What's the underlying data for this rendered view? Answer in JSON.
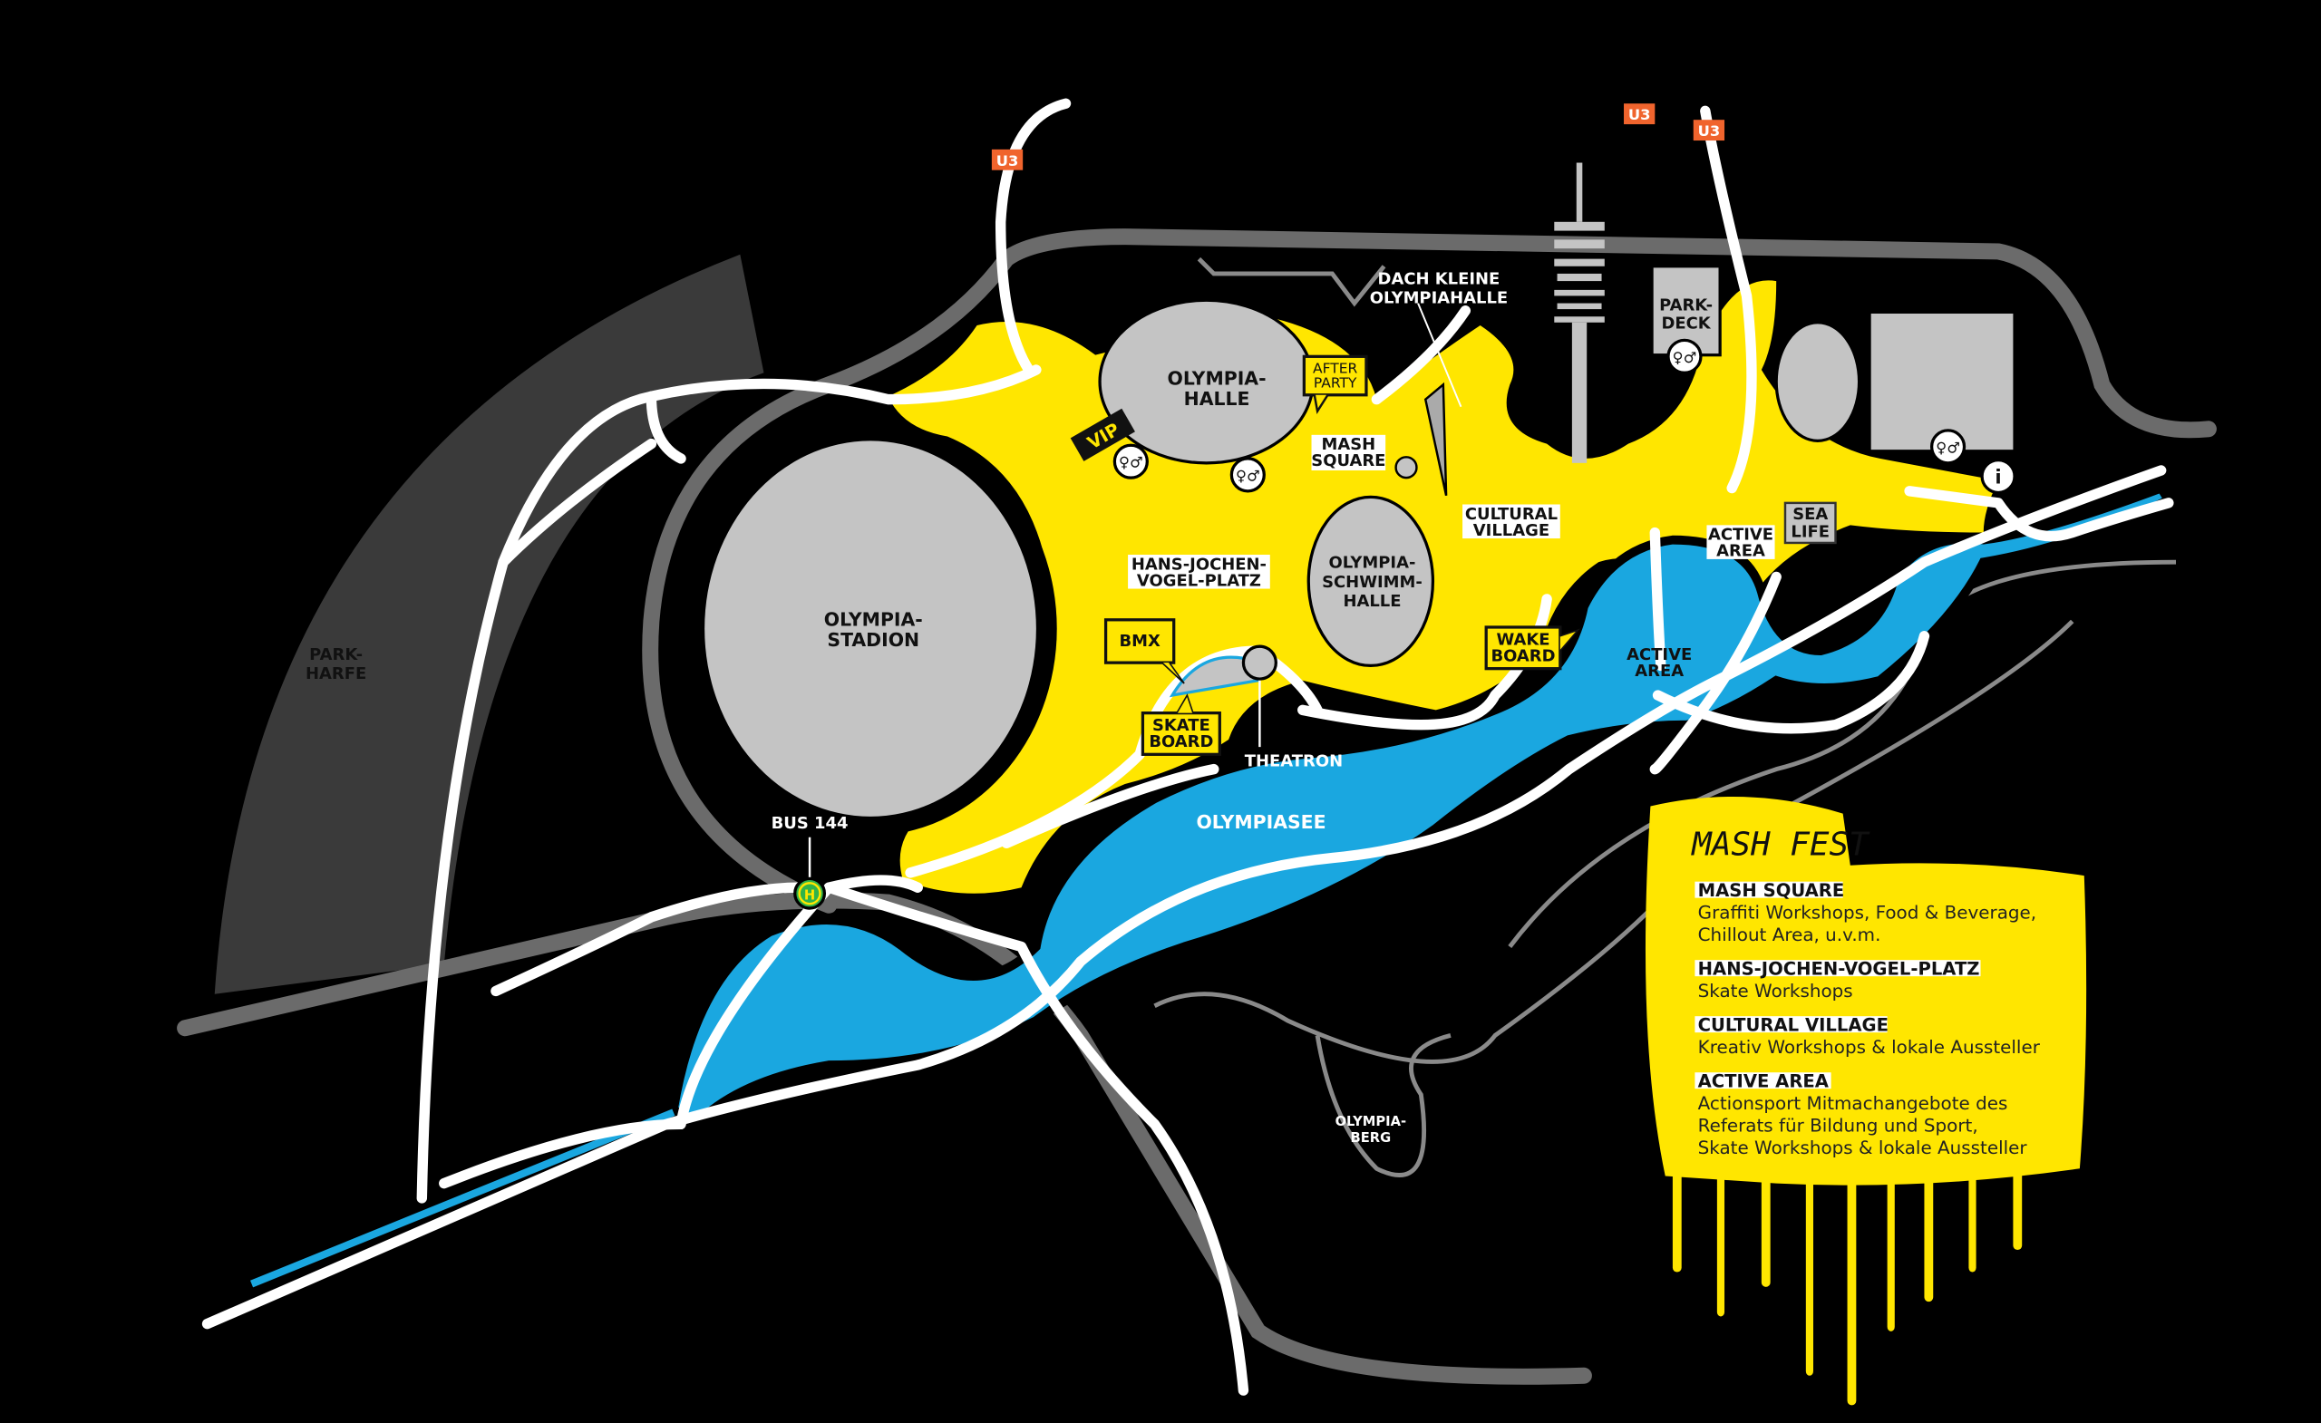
{
  "colors": {
    "yellow": "#ffe600",
    "blue": "#1aa7e0",
    "building": "#c4c4c4",
    "road": "#ffffff",
    "parking": "#3a3a3a",
    "ubahn": "#f0642d",
    "bus": "#2fb34a"
  },
  "transit": {
    "u3_a": "U3",
    "u3_b": "U3",
    "u3_c": "U3",
    "bus": "BUS 144",
    "bus_symbol": "H"
  },
  "places": {
    "parkharfe": [
      "PARK-",
      "HARFE"
    ],
    "stadion": [
      "OLYMPIA-",
      "STADION"
    ],
    "olympiahalle": [
      "OLYMPIA-",
      "HALLE"
    ],
    "schwimmhalle": [
      "OLYMPIA-",
      "SCHWIMM-",
      "HALLE"
    ],
    "dach": [
      "DACH KLEINE",
      "OLYMPIAHALLE"
    ],
    "parkdeck": [
      "PARK-",
      "DECK"
    ],
    "sealife": [
      "SEA",
      "LIFE"
    ],
    "olympiasee": "OLYMPIASEE",
    "theatron": "THEATRON",
    "olympiaberg": [
      "OLYMPIA-",
      "BERG"
    ]
  },
  "zones": {
    "vip": "VIP",
    "afterparty": [
      "AFTER",
      "PARTY"
    ],
    "mash_square": [
      "MASH",
      "SQUARE"
    ],
    "cultural_village": [
      "CULTURAL",
      "VILLAGE"
    ],
    "hjvp": [
      "HANS-JOCHEN-",
      "VOGEL-PLATZ"
    ],
    "active_area_1": [
      "ACTIVE",
      "AREA"
    ],
    "active_area_2": [
      "ACTIVE",
      "AREA"
    ],
    "bmx": "BMX",
    "skateboard": [
      "SKATE",
      "BOARD"
    ],
    "wakeboard": [
      "WAKE",
      "BOARD"
    ]
  },
  "icons": {
    "toilet": "toilet-icon",
    "info": "info-icon",
    "info_symbol": "i"
  },
  "legend": {
    "logo": "MASH FEST",
    "items": [
      {
        "title": "MASH SQUARE",
        "lines": [
          "Graffiti Workshops, Food & Beverage,",
          "Chillout Area, u.v.m."
        ]
      },
      {
        "title": "HANS-JOCHEN-VOGEL-PLATZ",
        "lines": [
          "Skate Workshops"
        ]
      },
      {
        "title": "CULTURAL VILLAGE",
        "lines": [
          "Kreativ Workshops & lokale Aussteller"
        ]
      },
      {
        "title": "ACTIVE AREA",
        "lines": [
          "Actionsport Mitmachangebote des",
          "Referats für Bildung und Sport,",
          "Skate Workshops & lokale Aussteller"
        ]
      }
    ]
  }
}
